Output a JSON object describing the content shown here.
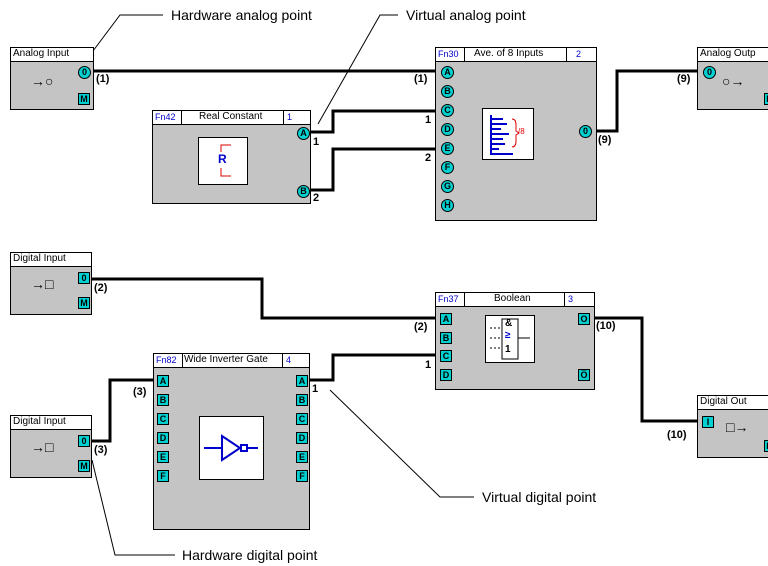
{
  "annotations": {
    "hw_analog": "Hardware analog point",
    "virt_analog": "Virtual analog point",
    "virt_digital": "Virtual digital point",
    "hw_digital": "Hardware digital point"
  },
  "blocks": {
    "analog_input": {
      "title": "Analog Input",
      "ports": [
        "0",
        "M"
      ]
    },
    "real_constant": {
      "fn": "Fn42",
      "name": "Real Constant",
      "index": "1",
      "ports": [
        "A",
        "B"
      ],
      "icon_letter": "R"
    },
    "avg8": {
      "fn": "Fn30",
      "name": "Ave. of 8 Inputs",
      "index": "2",
      "inputs": [
        "A",
        "B",
        "C",
        "D",
        "E",
        "F",
        "G",
        "H"
      ],
      "output": "0",
      "icon_text": "/8"
    },
    "analog_output": {
      "title": "Analog Outp",
      "ports": [
        "0",
        "M"
      ]
    },
    "digital_input_1": {
      "title": "Digital Input",
      "ports": [
        "0",
        "M"
      ]
    },
    "boolean": {
      "fn": "Fn37",
      "name": "Boolean",
      "index": "3",
      "inputs": [
        "A",
        "B",
        "C",
        "D"
      ],
      "outputs": [
        "O",
        "O̅"
      ],
      "icon_and": "&",
      "icon_ge": "≥",
      "icon_one": "1"
    },
    "wide_inverter": {
      "fn": "Fn82",
      "name": "Wide Inverter Gate",
      "index": "4",
      "inputs": [
        "A",
        "B",
        "C",
        "D",
        "E",
        "F"
      ],
      "outputs": [
        "A",
        "B",
        "C",
        "D",
        "E",
        "F"
      ]
    },
    "digital_input_2": {
      "title": "Digital Input",
      "ports": [
        "0",
        "M"
      ]
    },
    "digital_output": {
      "title": "Digital Out",
      "ports": [
        "I",
        "M"
      ]
    }
  },
  "wire_labels": {
    "ai_out": "(1)",
    "avg_a": "(1)",
    "rc_a": "1",
    "avg_c": "1",
    "rc_b": "2",
    "avg_e": "2",
    "avg_out": "(9)",
    "ao_in": "(9)",
    "di1_out": "(2)",
    "bool_a": "(2)",
    "wig_out": "1",
    "bool_c": "1",
    "bool_out": "(10)",
    "do_in": "(10)",
    "di2_out": "(3)",
    "wig_in": "(3)"
  }
}
